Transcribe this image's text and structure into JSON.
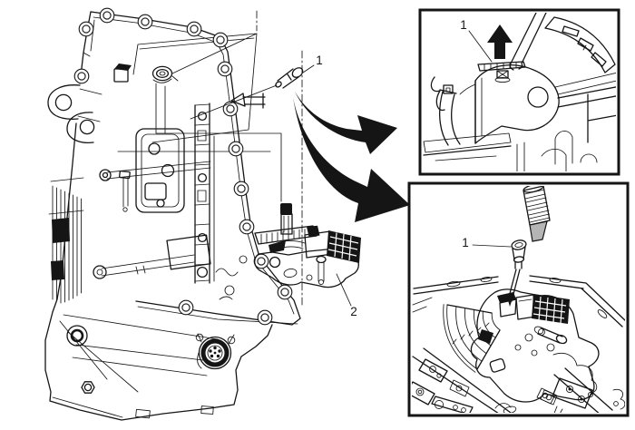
{
  "colors": {
    "ink": "#151515",
    "paper": "#ffffff",
    "steel": "#b5b5b5"
  },
  "callouts": {
    "main_pin": "1",
    "main_switch": "2",
    "top_inset_pin": "1",
    "bottom_inset_pin": "1"
  }
}
